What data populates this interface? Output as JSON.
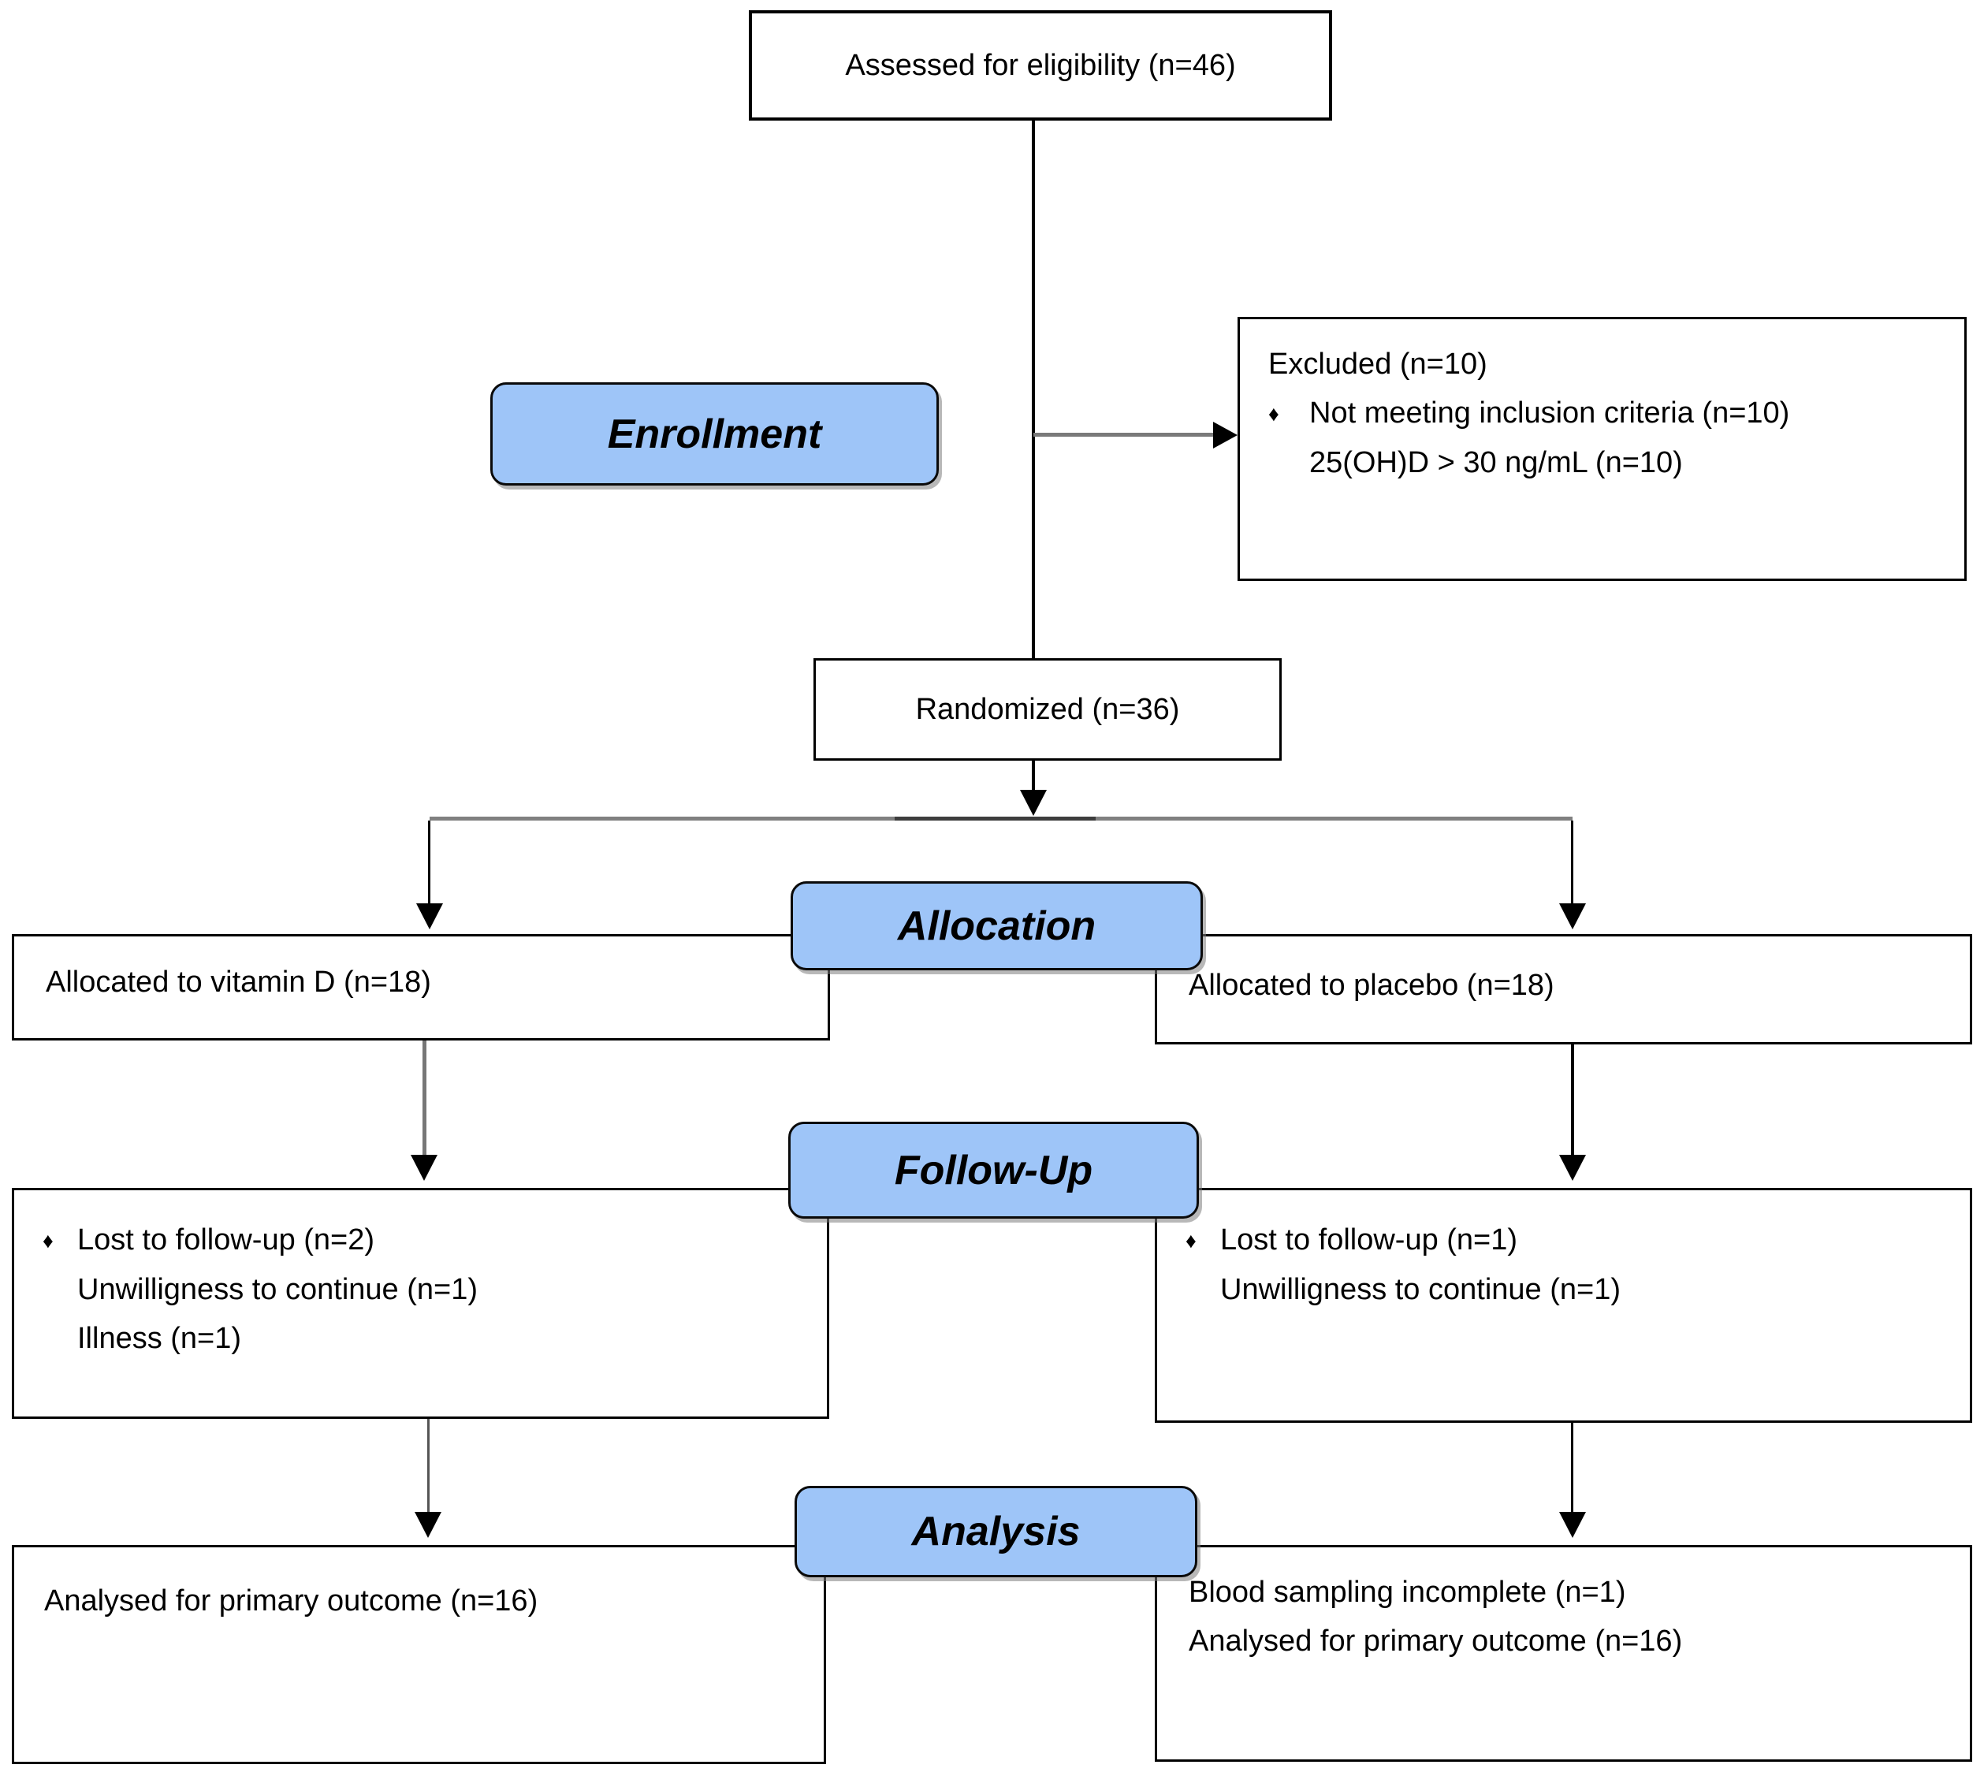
{
  "bullet": "♦",
  "stages": {
    "enrollment": "Enrollment",
    "allocation": "Allocation",
    "followup": "Follow-Up",
    "analysis": "Analysis"
  },
  "nodes": {
    "assessed": {
      "text": "Assessed for eligibility (n=46)"
    },
    "excluded": {
      "title": "Excluded  (n=10)",
      "reason": "Not meeting inclusion criteria (n=10)",
      "subreason": "25(OH)D > 30 ng/mL (n=10)"
    },
    "randomized": {
      "text": "Randomized (n=36)"
    },
    "allocation_left": {
      "text": "Allocated to vitamin D (n=18)"
    },
    "allocation_right": {
      "text": "Allocated to placebo (n=18)"
    },
    "followup_left": {
      "line1": "Lost to follow-up (n=2)",
      "line2": "Unwilligness to continue (n=1)",
      "line3": "Illness (n=1)"
    },
    "followup_right": {
      "line1": "Lost to follow-up (n=1)",
      "line2": "Unwilligness to continue (n=1)"
    },
    "analysis_left": {
      "line1": "Analysed for primary outcome (n=16)"
    },
    "analysis_right": {
      "line1": "Blood sampling incomplete (n=1)",
      "line2": "Analysed for primary outcome (n=16)"
    }
  },
  "colors": {
    "stage_fill": "#9EC5F8",
    "box_border": "#000000",
    "connector_gray": "#7A7A7A",
    "split_line_gray": "#808080",
    "split_line_dark": "#3D3D3D"
  }
}
